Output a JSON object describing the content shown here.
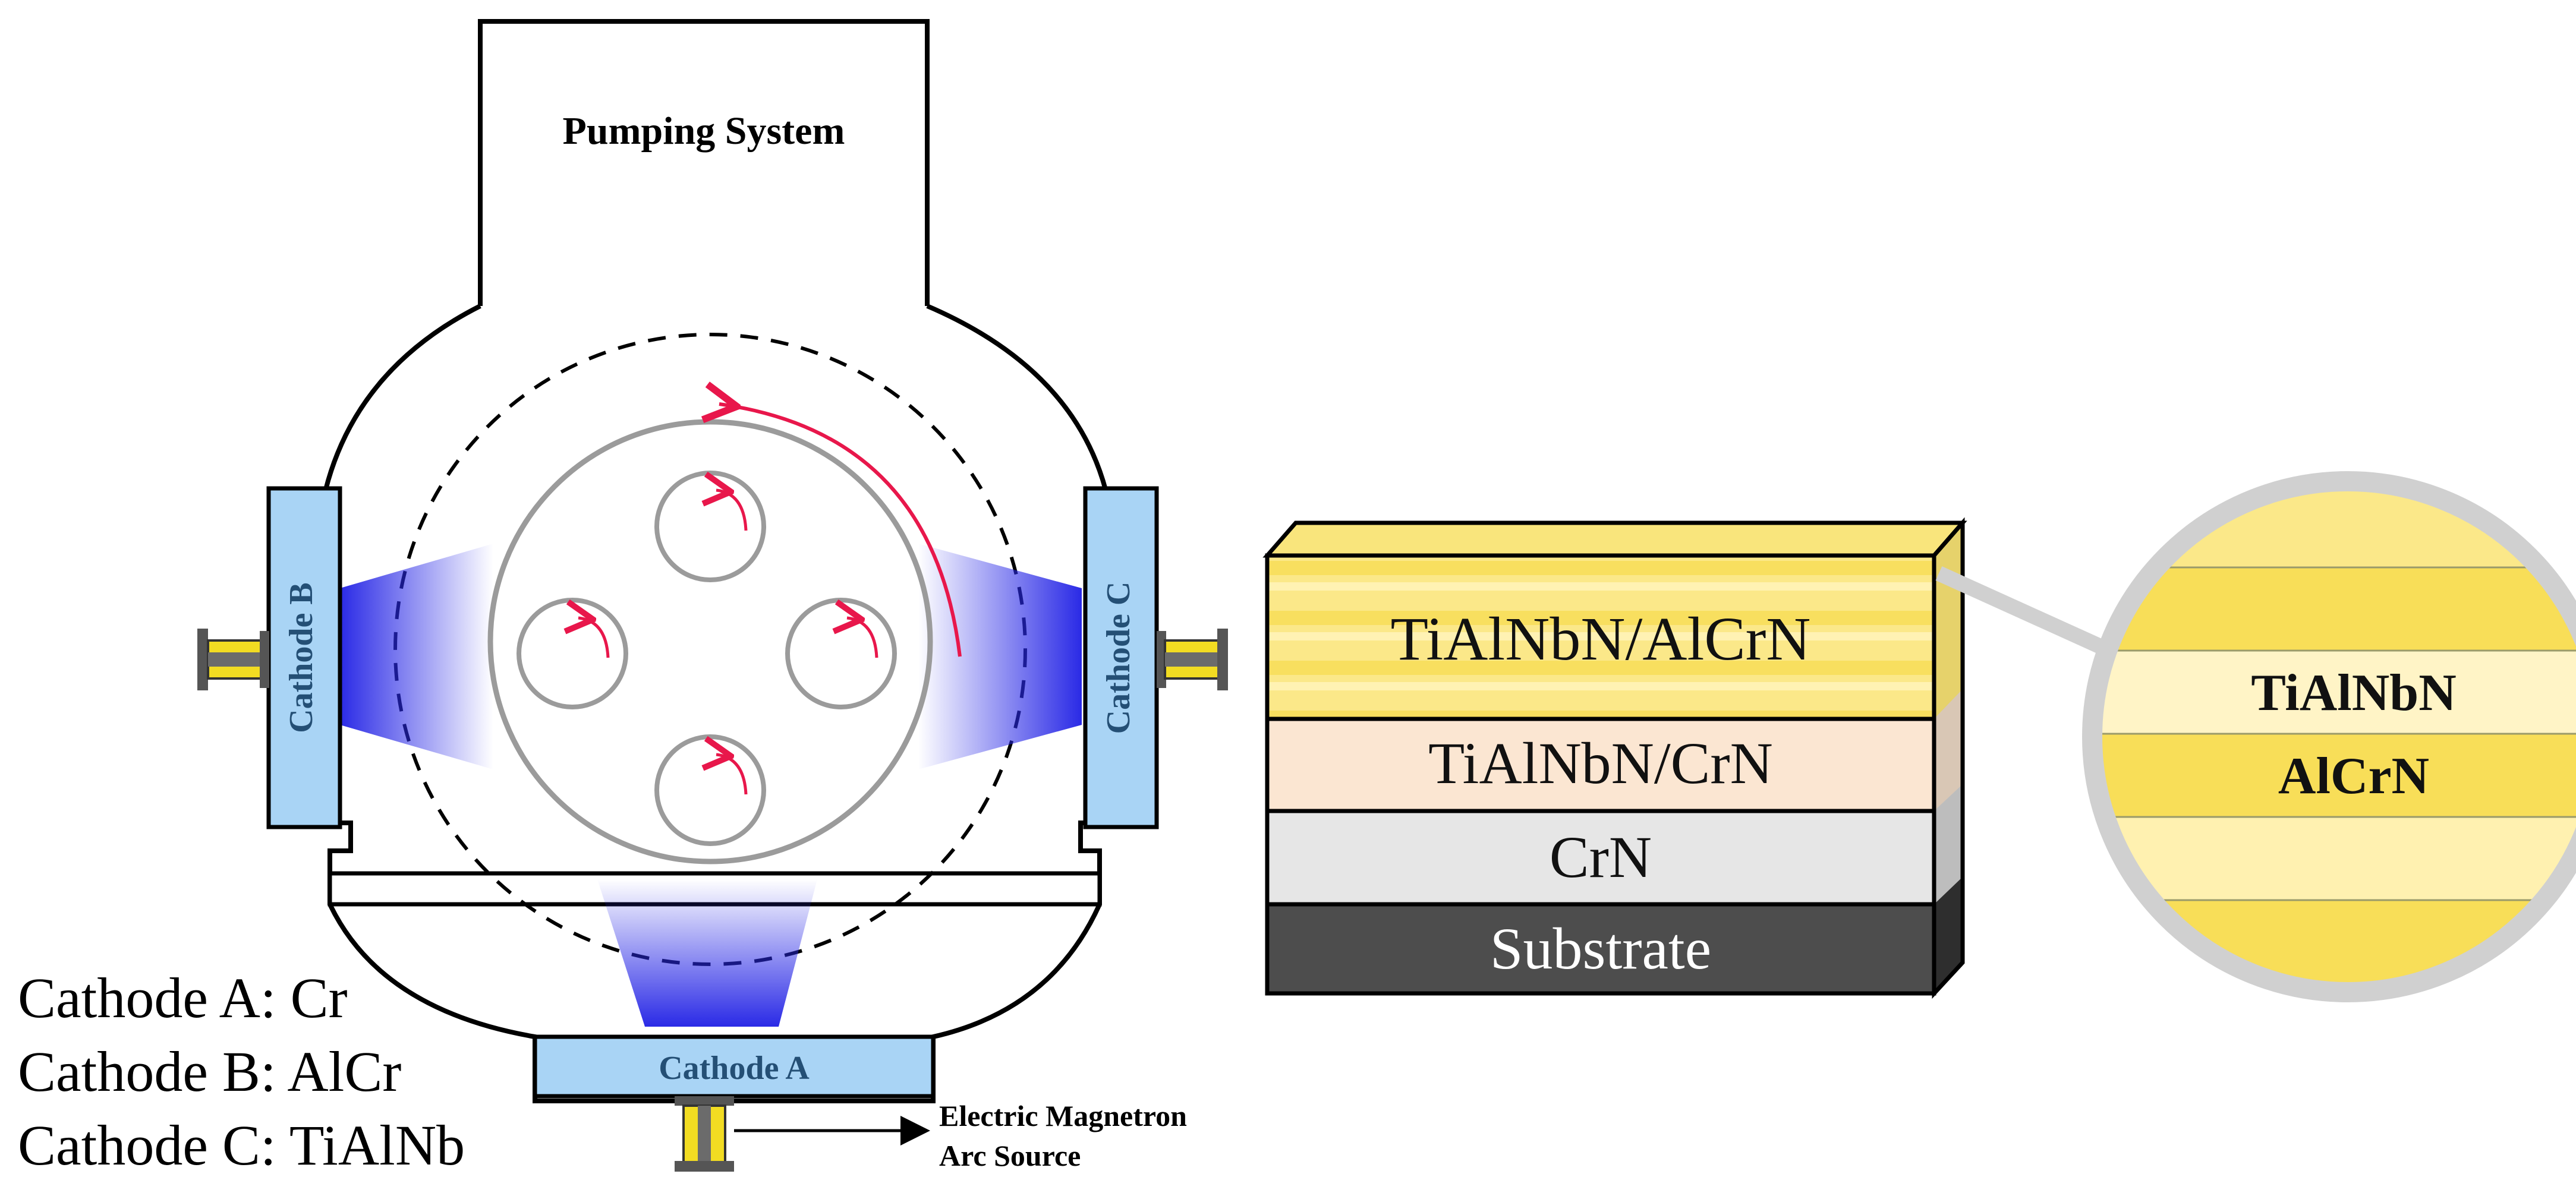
{
  "chamber": {
    "pumping_label": "Pumping System",
    "cathode_a_label": "Cathode A",
    "cathode_b_label": "Cathode B",
    "cathode_c_label": "Cathode C",
    "source_label_line1": "Electric Magnetron",
    "source_label_line2": "Arc Source"
  },
  "legend": {
    "items": [
      "Cathode A: Cr",
      "Cathode B: AlCr",
      "Cathode C: TiAlNb"
    ]
  },
  "stack": {
    "layers": [
      {
        "label": "TiAlNbN/AlCrN"
      },
      {
        "label": "TiAlNbN/CrN"
      },
      {
        "label": "CrN"
      },
      {
        "label": "Substrate"
      }
    ]
  },
  "zoom": {
    "line1": "TiAlNbN",
    "line2": "AlCrN"
  },
  "colors": {
    "cathode_fill": "#a9d4f5",
    "plasma": "#3a3ae8",
    "rotation_arrow": "#e8174b",
    "top_layer": "#f9e57c",
    "middle_layer": "#fbe6d2",
    "crn_layer": "#e6e6e6",
    "substrate": "#4d4d4d",
    "connector": "#f2dc22"
  }
}
